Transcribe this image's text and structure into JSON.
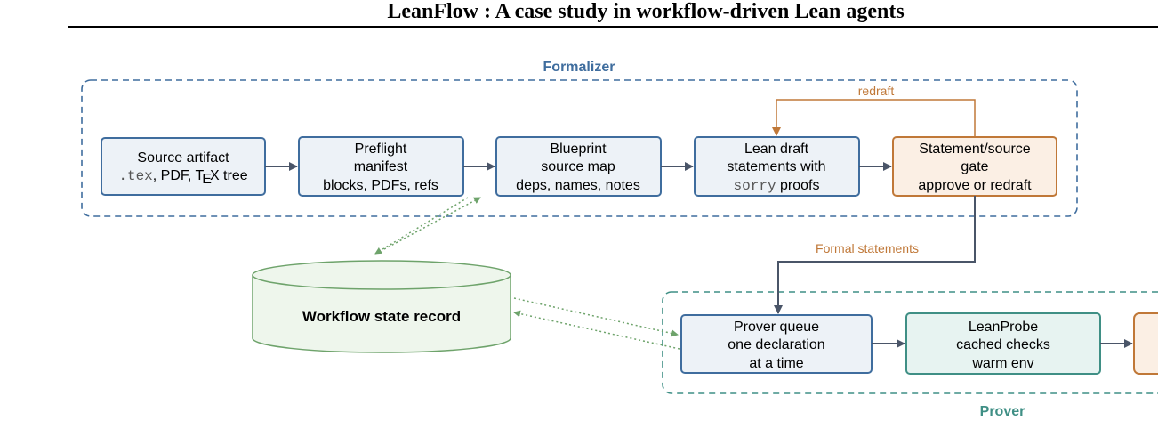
{
  "header": {
    "title": "LeanFlow : A case study in workflow-driven Lean agents"
  },
  "colors": {
    "formalizer": "#3f6d9e",
    "prover": "#3f8f85",
    "gate": "#c07838",
    "state": "#6ea36b",
    "arrow": "#4a5568"
  },
  "groups": {
    "formalizer": {
      "label": "Formalizer"
    },
    "prover": {
      "label": "Prover"
    }
  },
  "nodes": {
    "source": {
      "line1": "Source artifact",
      "line2_code": ".tex",
      "line2_text": ", PDF, ",
      "tex_t": "T",
      "tex_e": "E",
      "tex_x": "X",
      "line2_tail": " tree"
    },
    "preflight": {
      "line1": "Preflight",
      "line2": "manifest",
      "line3": "blocks, PDFs, refs"
    },
    "blueprint": {
      "line1": "Blueprint",
      "line2": "source map",
      "line3": "deps, names, notes"
    },
    "leandraft": {
      "line1": "Lean draft",
      "line2": "statements with",
      "line3_code": "sorry",
      "line3_text": " proofs"
    },
    "gate": {
      "line1": "Statement/source",
      "line2": "gate",
      "line3": "approve or redraft"
    },
    "queue": {
      "line1": "Prover queue",
      "line2": "one declaration",
      "line3": "at a time"
    },
    "leanprobe": {
      "line1": "LeanProbe",
      "line2": "cached checks",
      "line3": "warm env"
    },
    "state": {
      "label": "Workflow state record"
    }
  },
  "edges": {
    "redraft": "redraft",
    "formal_statements": "Formal statements"
  }
}
